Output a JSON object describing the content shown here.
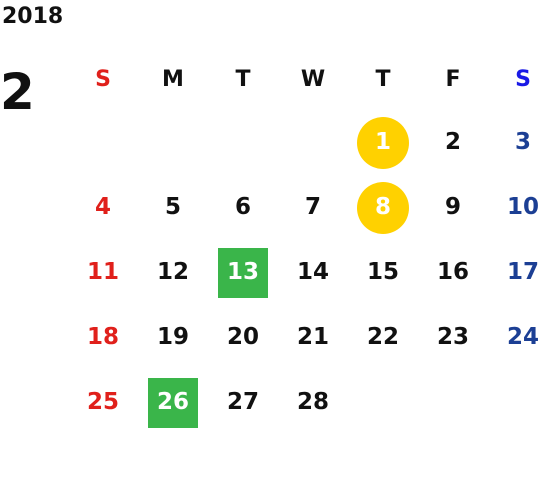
{
  "calendar": {
    "year": "2018",
    "month": "2",
    "weekdays": [
      "S",
      "M",
      "T",
      "W",
      "T",
      "F",
      "S"
    ],
    "first_weekday_index": 4,
    "days": [
      "1",
      "2",
      "3",
      "4",
      "5",
      "6",
      "7",
      "8",
      "9",
      "10",
      "11",
      "12",
      "13",
      "14",
      "15",
      "16",
      "17",
      "18",
      "19",
      "20",
      "21",
      "22",
      "23",
      "24",
      "25",
      "26",
      "27",
      "28"
    ],
    "highlights": [
      {
        "day": "1",
        "shape": "circle",
        "color": "#FFD100"
      },
      {
        "day": "8",
        "shape": "circle",
        "color": "#FFD100"
      },
      {
        "day": "13",
        "shape": "square",
        "color": "#3AB54A"
      },
      {
        "day": "26",
        "shape": "square",
        "color": "#3AB54A"
      }
    ],
    "colors": {
      "sunday": "#E0201B",
      "saturday_header": "#1A1AE6",
      "saturday": "#1C3F94",
      "weekday": "#111111",
      "highlight_text": "#FFFFFF"
    }
  }
}
